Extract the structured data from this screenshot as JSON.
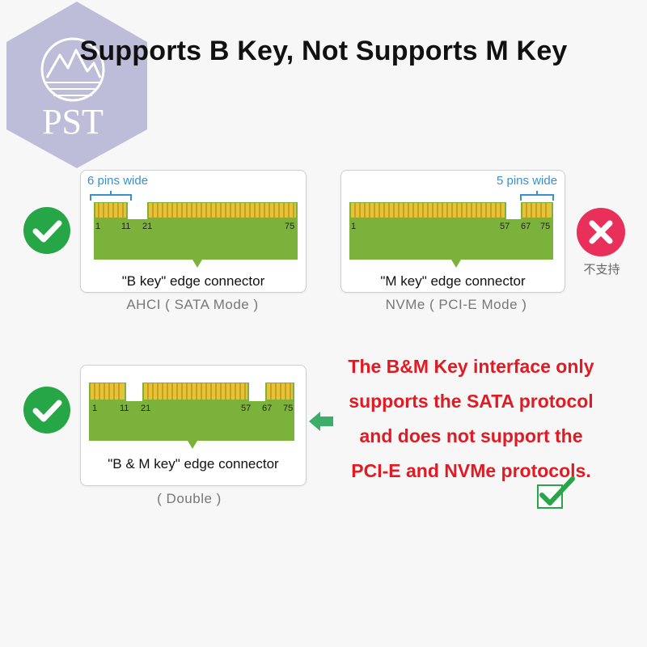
{
  "logo": {
    "text": "PST"
  },
  "title": "Supports B Key, Not Supports M Key",
  "cards": {
    "b_key": {
      "label": "\"B key\" edge connector",
      "width_note": "6 pins wide",
      "pins": [
        "1",
        "11",
        "21",
        "75"
      ],
      "mode": "AHCI ( SATA Mode )",
      "status": "supported"
    },
    "m_key": {
      "label": "\"M key\" edge connector",
      "width_note": "5 pins wide",
      "pins": [
        "1",
        "57",
        "67",
        "75"
      ],
      "mode": "NVMe ( PCI-E Mode )",
      "status": "not-supported",
      "status_text": "不支持"
    },
    "bm_key": {
      "label": "\"B & M key\" edge connector",
      "pins": [
        "1",
        "11",
        "21",
        "57",
        "67",
        "75"
      ],
      "mode": "( Double )",
      "status": "supported"
    }
  },
  "notice": {
    "lines": [
      "The B&M Key interface only",
      "supports the SATA protocol",
      "and does not support the",
      "PCI-E and NVMe protocols."
    ]
  },
  "colors": {
    "pcb_green": "#7bb23b",
    "contact_gold": "#e6c238",
    "check_green": "#27a647",
    "cross_red": "#e8305a",
    "notice_red": "#e01b24",
    "accent_blue": "#3a8fd0",
    "logo_bg": "#b8b7d6"
  },
  "icons": [
    "check-circle-icon",
    "cross-circle-icon",
    "arrow-left-icon",
    "checkbox-check-icon"
  ]
}
